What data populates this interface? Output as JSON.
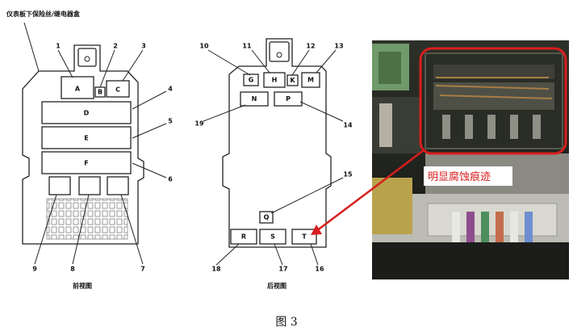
{
  "diagram_title": "仪表板下保险丝/继电器盒",
  "front_view_label": "前视图",
  "rear_view_label": "后视图",
  "figure_caption": "图 3",
  "photo_annotation": "明显腐蚀痕迹",
  "colors": {
    "annotation": "#d81e1e",
    "ink": "#222222"
  },
  "front_fuses": [
    "A",
    "B",
    "C",
    "D",
    "E",
    "F"
  ],
  "front_numbers": [
    "1",
    "2",
    "3",
    "4",
    "5",
    "6",
    "7",
    "8",
    "9"
  ],
  "rear_fuses": [
    "G",
    "H",
    "K",
    "M",
    "N",
    "P",
    "Q",
    "R",
    "S",
    "T"
  ],
  "rear_numbers": [
    "10",
    "11",
    "12",
    "13",
    "14",
    "15",
    "16",
    "17",
    "18",
    "19"
  ]
}
